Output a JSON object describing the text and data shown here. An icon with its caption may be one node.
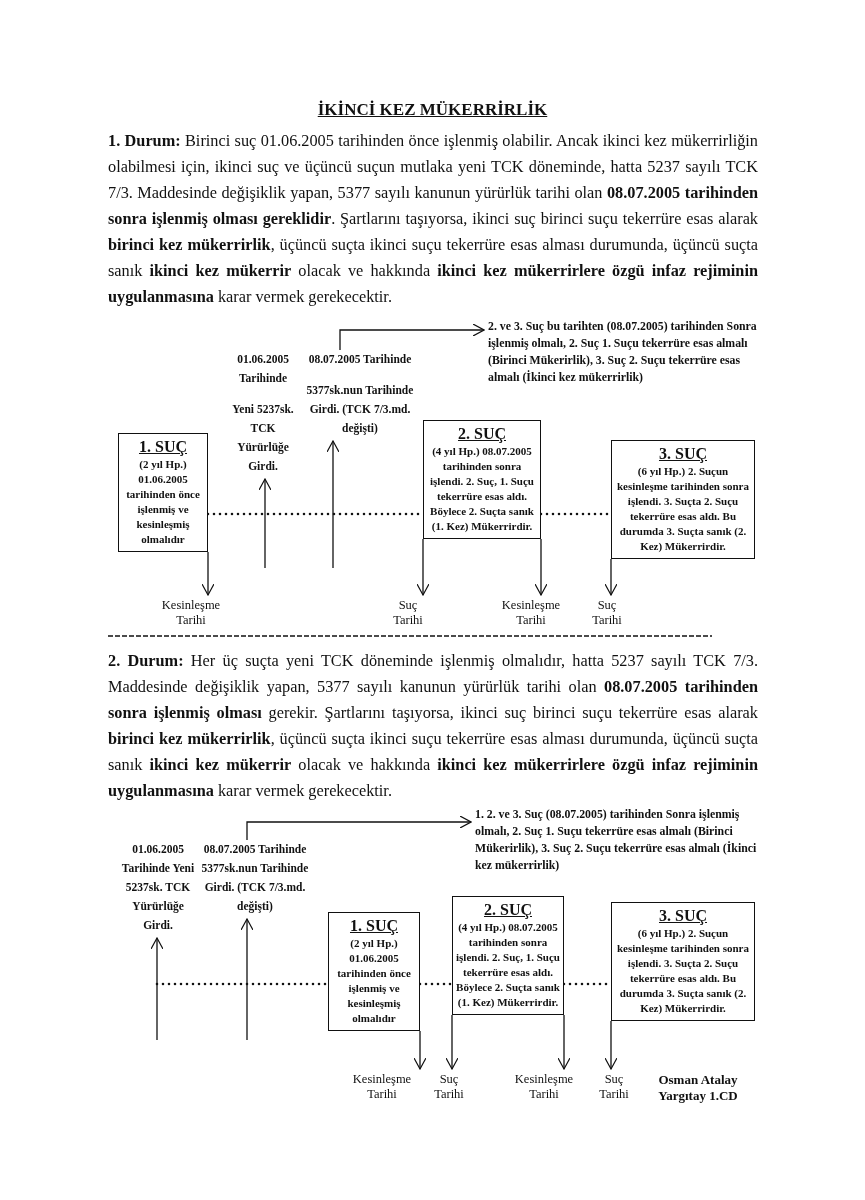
{
  "diagram": {
    "title": "İKİNCİ KEZ MÜKERRİRLİK",
    "nodes": [
      {
        "text": [
          "1. SUÇ",
          "(2 yıl Hp.) 01.06.2005 tarihinden önce işlenmiş ve kesinleşmiş olmalıdır"
        ]
      },
      {
        "text": [
          "2. SUÇ",
          "(4 yıl Hp.) 08.07.2005 tarihinden sonra işlendi. 2. Suç, 1. Suçu tekerrüre esas aldı. Böylece 2. Suçta sanık (1. Kez) Mükerrirdir."
        ]
      },
      {
        "text": [
          "3. SUÇ",
          "(6 yıl Hp.) 2. Suçun kesinleşme tarihinden sonra işlendi. 3. Suçta 2. Suçu tekerrüre esas aldı. Bu durumda 3. Suçta sanık (2. Kez) Mükerrirdir."
        ]
      },
      {
        "text": [
          "Kesinleşme Tarihi"
        ]
      },
      {
        "text": [
          "Suç Tarihi"
        ]
      },
      {
        "text": [
          "Kesinleşme Tarihi"
        ]
      },
      {
        "text": [
          "Suç Tarihi"
        ]
      },
      {
        "text": [
          "01.06.2005 Tarihinde",
          "Yeni 5237sk. TCK Yürürlüğe Girdi."
        ]
      },
      {
        "text": [
          "08.07.2005 Tarihinde",
          "5377sk.nun Tarihinde Girdi. (TCK 7/3.md. değişti)"
        ]
      },
      {
        "text": [
          "2. ve 3. Suç bu tarihten (08.07.2005) tarihinden Sonra işlenmiş olmalı, 2. Suç 1. Suçu tekerrüre esas almalı (Birinci Mükerirlik), 3. Suç 2. Suçu tekerrüre esas almalı (İkinci kez mükerrirlik)"
        ]
      },
      {
        "text": [
          "01.06.2005 Tarihinde Yeni 5237sk. TCK Yürürlüğe Girdi."
        ]
      },
      {
        "text": [
          "08.07.2005 Tarihinde 5377sk.nun Tarihinde Girdi. (TCK 7/3.md. değişti)"
        ]
      },
      {
        "text": [
          "1. 2. ve 3. Suç (08.07.2005) tarihinden Sonra işlenmiş olmalı, 2. Suç 1. Suçu tekerrüre esas almalı (Birinci Mükerirlik), 3. Suç 2. Suçu tekerrüre esas almalı (İkinci kez mükerrirlik)"
        ]
      },
      {
        "text": [
          "1. SUÇ",
          "(2 yıl Hp.) 01.06.2005 tarihinden önce işlenmiş ve kesinleşmiş olmalıdır"
        ]
      },
      {
        "text": [
          "2. SUÇ",
          "(4 yıl Hp.) 08.07.2005 tarihinden sonra işlendi. 2. Suç, 1. Suçu tekerrüre esas aldı. Böylece 2. Suçta sanık (1. Kez) Mükerrirdir."
        ]
      },
      {
        "text": [
          "3. SUÇ",
          "(6 yıl Hp.) 2. Suçun kesinleşme tarihinden sonra işlendi. 3. Suçta 2. Suçu tekerrüre esas aldı. Bu durumda 3. Suçta sanık (2. Kez) Mükerrirdir."
        ]
      },
      {
        "text": [
          "Kesinleşme Tarihi"
        ]
      },
      {
        "text": [
          "Suç Tarihi"
        ]
      },
      {
        "text": [
          "Kesinleşme Tarihi"
        ]
      },
      {
        "text": [
          "Suç Tarihi"
        ]
      }
    ],
    "edges": [
      {
        "from": 0,
        "to": 3,
        "arrow": "to"
      },
      {
        "from": 1,
        "to": 4,
        "arrow": "to"
      },
      {
        "from": 1,
        "to": 5,
        "arrow": "to"
      },
      {
        "from": 2,
        "to": 6,
        "arrow": "to"
      },
      {
        "from": null,
        "to": 7,
        "arrow": "to"
      },
      {
        "from": null,
        "to": 8,
        "arrow": "to"
      },
      {
        "from": 8,
        "to": 9,
        "arrow": "to"
      },
      {
        "from": 0,
        "to": 1,
        "arrow": "none",
        "style": "dashed"
      },
      {
        "from": 1,
        "to": 2,
        "arrow": "none",
        "style": "dashed"
      },
      {
        "from": null,
        "to": 10,
        "arrow": "to"
      },
      {
        "from": null,
        "to": 11,
        "arrow": "to"
      },
      {
        "from": 11,
        "to": 12,
        "arrow": "to"
      },
      {
        "from": null,
        "to": 13,
        "arrow": "none",
        "style": "dashed"
      },
      {
        "from": 13,
        "to": 14,
        "arrow": "none",
        "style": "dashed"
      },
      {
        "from": 14,
        "to": 15,
        "arrow": "none",
        "style": "dashed"
      },
      {
        "from": 13,
        "to": 16,
        "arrow": "to"
      },
      {
        "from": 14,
        "to": 17,
        "arrow": "to"
      },
      {
        "from": 14,
        "to": 18,
        "arrow": "to"
      },
      {
        "from": 15,
        "to": 19,
        "arrow": "to"
      }
    ],
    "labels": [
      "**1. Durum:** Birinci suç 01.06.2005 tarihinden önce işlenmiş olabilir. Ancak ikinci kez mükerrirliğin olabilmesi için, ikinci suç ve üçüncü suçun mutlaka yeni TCK döneminde, hatta 5237 sayılı TCK 7/3. Maddesinde değişiklik yapan, 5377 sayılı kanunun yürürlük tarihi olan **08.07.2005 tarihinden sonra işlenmiş olması gereklidir**. Şartlarını taşıyorsa, ikinci suç birinci suçu tekerrüre esas alarak **birinci kez mükerrirlik**, üçüncü suçta ikinci suçu tekerrüre esas alması durumunda, üçüncü suçta sanık **ikinci kez mükerrir** olacak ve hakkında **ikinci kez mükerrirlere özgü infaz rejiminin uygulanmasına** karar vermek gerekecektir.",
      "**2. Durum:** Her üç suçta yeni TCK döneminde işlenmiş olmalıdır, hatta 5237 sayılı TCK 7/3. Maddesinde değişiklik yapan, 5377 sayılı kanunun yürürlük tarihi olan **08.07.2005 tarihinden sonra işlenmiş olması** gerekir. Şartlarını taşıyorsa, ikinci suç birinci suçu tekerrüre esas alarak **birinci kez mükerrirlik**, üçüncü suçta ikinci suçu tekerrüre esas alması durumunda, üçüncü suçta sanık **ikinci kez mükerrir** olacak ve hakkında **ikinci kez mükerrirlere özgü infaz rejiminin uygulanmasına** karar vermek gerekecektir.",
      "Osman Atalay Yargıtay 1.CD"
    ]
  }
}
